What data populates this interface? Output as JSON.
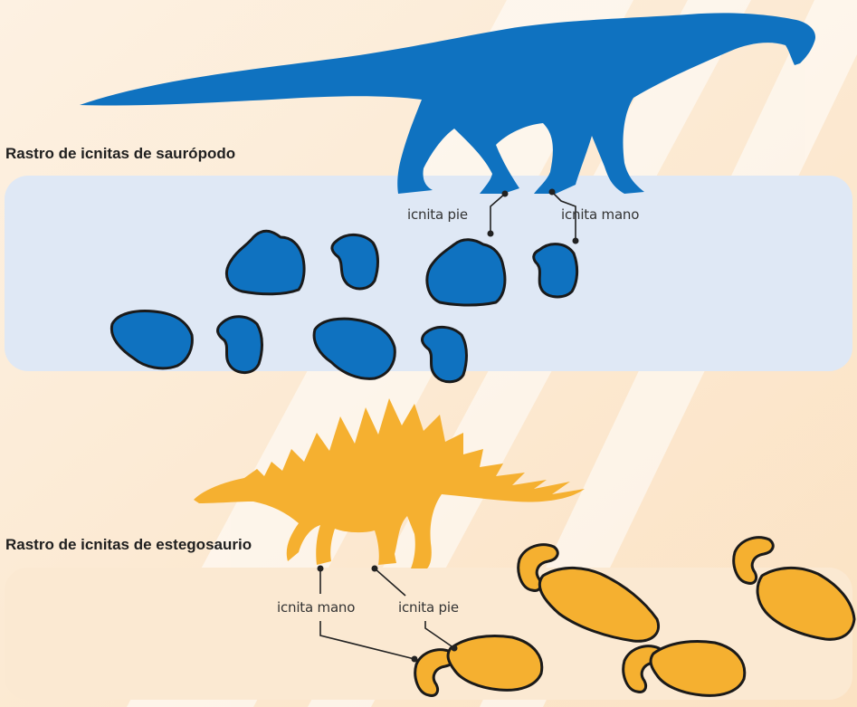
{
  "colors": {
    "background": "#fdf3e7",
    "stripe": "#ffffff",
    "sauropod_panel": "#dfe8f5",
    "stego_panel": "#fbe9d2",
    "sauropod_fill": "#0f72c0",
    "stego_fill": "#f5b030",
    "outline": "#1a1a1a",
    "leader": "#222222"
  },
  "sauropod_section": {
    "title": "Rastro de icnitas de saurópodo",
    "labels": {
      "foot": "icnita pie",
      "hand": "icnita mano"
    }
  },
  "stego_section": {
    "title": "Rastro de icnitas de estegosaurio",
    "labels": {
      "hand": "icnita mano",
      "foot": "icnita pie"
    }
  }
}
